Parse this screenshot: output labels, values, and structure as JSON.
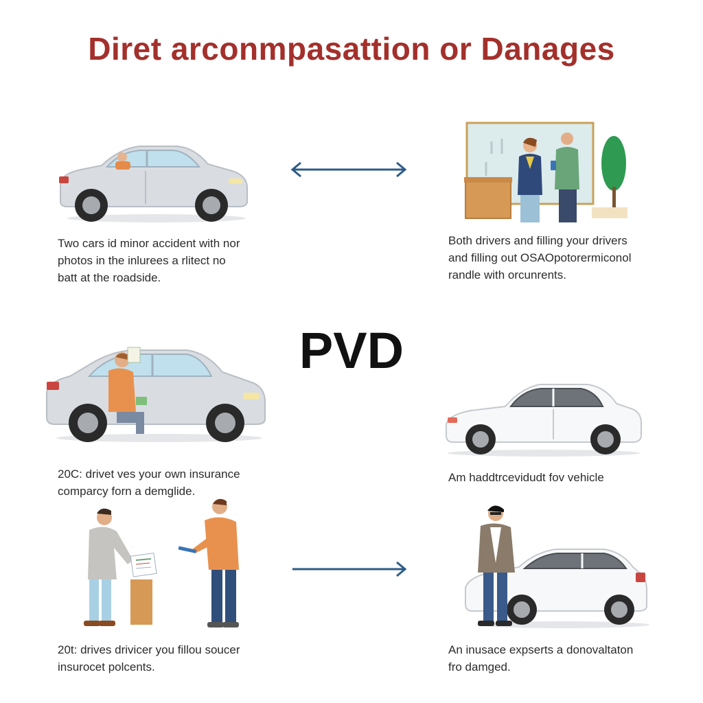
{
  "title": "Diret arconmpasattion or Danages",
  "center_label": "PVD",
  "colors": {
    "title": "#a3302b",
    "arrow": "#2d5b86",
    "car_gray": "#d9dde2",
    "car_white": "#f7f8f9",
    "tire": "#2a2a2a"
  },
  "panels": {
    "top_left": {
      "lines": [
        "Two cars id minor accident with nor",
        "photos in the inlurees a rlitect no",
        "batt at the roadside."
      ]
    },
    "top_right": {
      "lines": [
        "Both drivers and filling your drivers",
        "and filling out OSAOpotorermiconol",
        "randle with orcunrents."
      ]
    },
    "mid_left": {
      "lines": [
        "20C: drivet ves your own insurance",
        "comparcy forn a demglide."
      ]
    },
    "mid_right": {
      "lines": [
        "Am haddtrcevidudt fov vehicle"
      ]
    },
    "bottom_left": {
      "lines": [
        "20t: drives drivicer you fillou soucer",
        "insurocet polcents."
      ]
    },
    "bottom_right": {
      "lines": [
        "An inusace expserts a donovaltaton",
        "fro damged."
      ]
    }
  },
  "arrows": {
    "top": "double-headed-arrow",
    "bottom": "right-arrow"
  },
  "icons": [
    "car-icon",
    "person-icon",
    "office-icon",
    "tree-icon",
    "document-icon"
  ]
}
